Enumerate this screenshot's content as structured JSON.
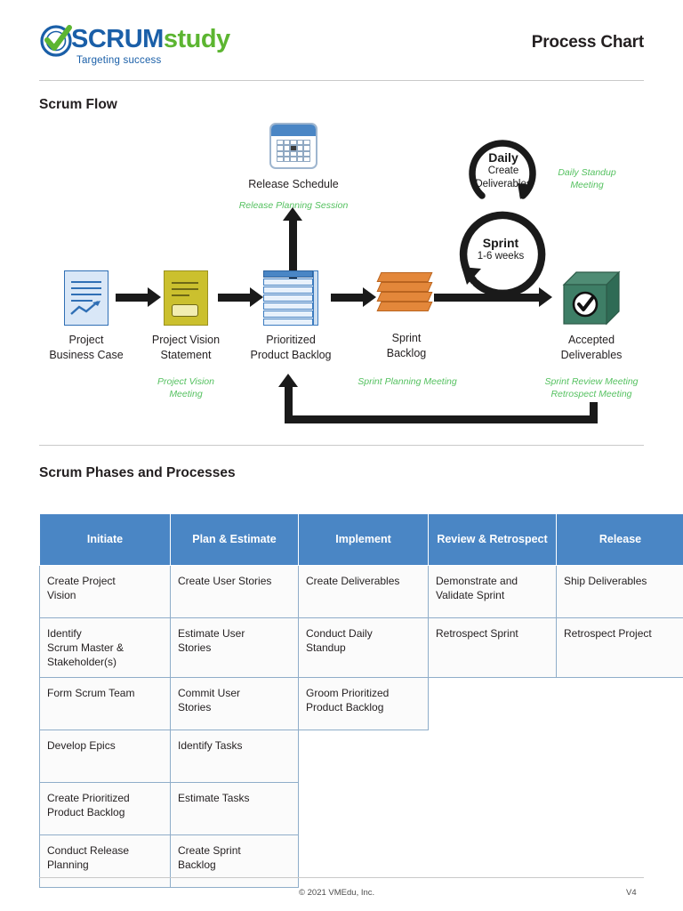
{
  "header": {
    "logo_scrum": "SCRUM",
    "logo_study": "study",
    "tagline": "Targeting success",
    "title": "Process Chart"
  },
  "sections": {
    "flow_heading": "Scrum Flow",
    "phases_heading": "Scrum Phases and Processes"
  },
  "flow": {
    "nodes": [
      {
        "id": "project-business-case",
        "label": "Project\nBusiness Case",
        "meeting": ""
      },
      {
        "id": "project-vision-statement",
        "label": "Project Vision\nStatement",
        "meeting": "Project Vision\nMeeting"
      },
      {
        "id": "prioritized-product-backlog",
        "label": "Prioritized\nProduct Backlog",
        "meeting": ""
      },
      {
        "id": "sprint-backlog",
        "label": "Sprint\nBacklog",
        "meeting": "Sprint Planning Meeting"
      },
      {
        "id": "accepted-deliverables",
        "label": "Accepted\nDeliverables",
        "meeting": "Sprint Review Meeting\nRetrospect Meeting"
      }
    ],
    "release_schedule": {
      "label": "Release Schedule",
      "meeting": "Release Planning Session"
    },
    "cycles": [
      {
        "id": "daily",
        "title": "Daily",
        "sub": "Create\nDeliverables",
        "meeting": "Daily Standup\nMeeting"
      },
      {
        "id": "sprint",
        "title": "Sprint",
        "sub": "1-6 weeks",
        "meeting": ""
      }
    ]
  },
  "table": {
    "columns": [
      "Initiate",
      "Plan & Estimate",
      "Implement",
      "Review &\nRetrospect",
      "Release"
    ],
    "rows": [
      [
        "Create Project\nVision",
        "Create User Stories",
        "Create Deliverables",
        "Demonstrate and\nValidate Sprint",
        "Ship Deliverables"
      ],
      [
        "Identify\nScrum Master &\nStakeholder(s)",
        "Estimate User\nStories",
        "Conduct Daily\nStandup",
        "Retrospect Sprint",
        "Retrospect Project"
      ],
      [
        "Form Scrum Team",
        "Commit User\nStories",
        "Groom Prioritized\nProduct Backlog",
        "",
        ""
      ],
      [
        "Develop Epics",
        "Identify Tasks",
        "",
        "",
        ""
      ],
      [
        "Create Prioritized\nProduct Backlog",
        "Estimate Tasks",
        "",
        "",
        ""
      ],
      [
        "Conduct Release\nPlanning",
        "Create Sprint\nBacklog",
        "",
        "",
        ""
      ]
    ]
  },
  "footer": {
    "copyright": "© 2021 VMEdu, Inc.",
    "version": "V4"
  },
  "colors": {
    "brand_blue": "#1a5fa8",
    "brand_green": "#5cb531",
    "table_header": "#4a86c5",
    "meeting_green": "#55c160",
    "arrow_black": "#1a1a1a"
  }
}
